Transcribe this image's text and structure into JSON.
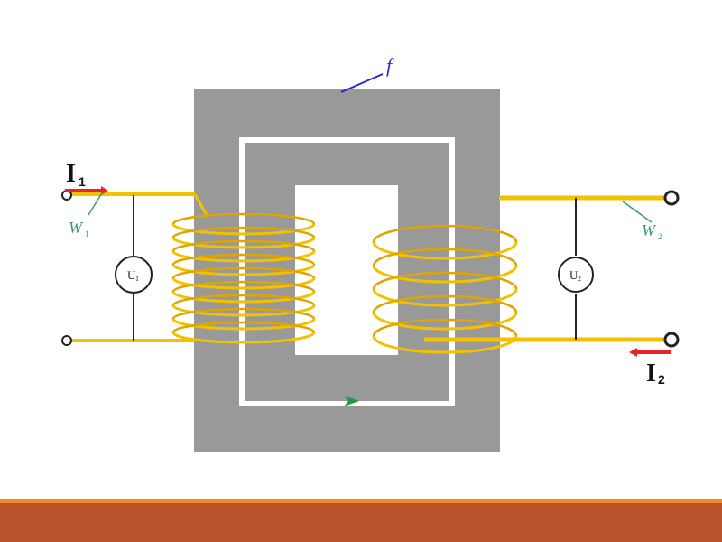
{
  "labels": {
    "current1_main": "I",
    "current1_sub": "1",
    "current2_main": "I",
    "current2_sub": "2",
    "winding1": "W",
    "winding1_sub": "1",
    "winding2": "W",
    "winding2_sub": "2",
    "voltmeter1": "U",
    "voltmeter1_sub": "1",
    "voltmeter2": "U",
    "voltmeter2_sub": "2",
    "flux": "f"
  },
  "colors": {
    "core": "#999999",
    "window": "#ffffff",
    "flux_path": "#999999",
    "coil": "#f2c200",
    "coil_shadow": "#e0a500",
    "wire": "#f2c200",
    "current_arrow": "#e8232a",
    "winding_label": "#3a9a6a",
    "flux_label": "#2a2ad0",
    "flux_arrow": "#1f9a3a",
    "footer": "#b8522a",
    "footer_stripe": "#f08a2a"
  }
}
